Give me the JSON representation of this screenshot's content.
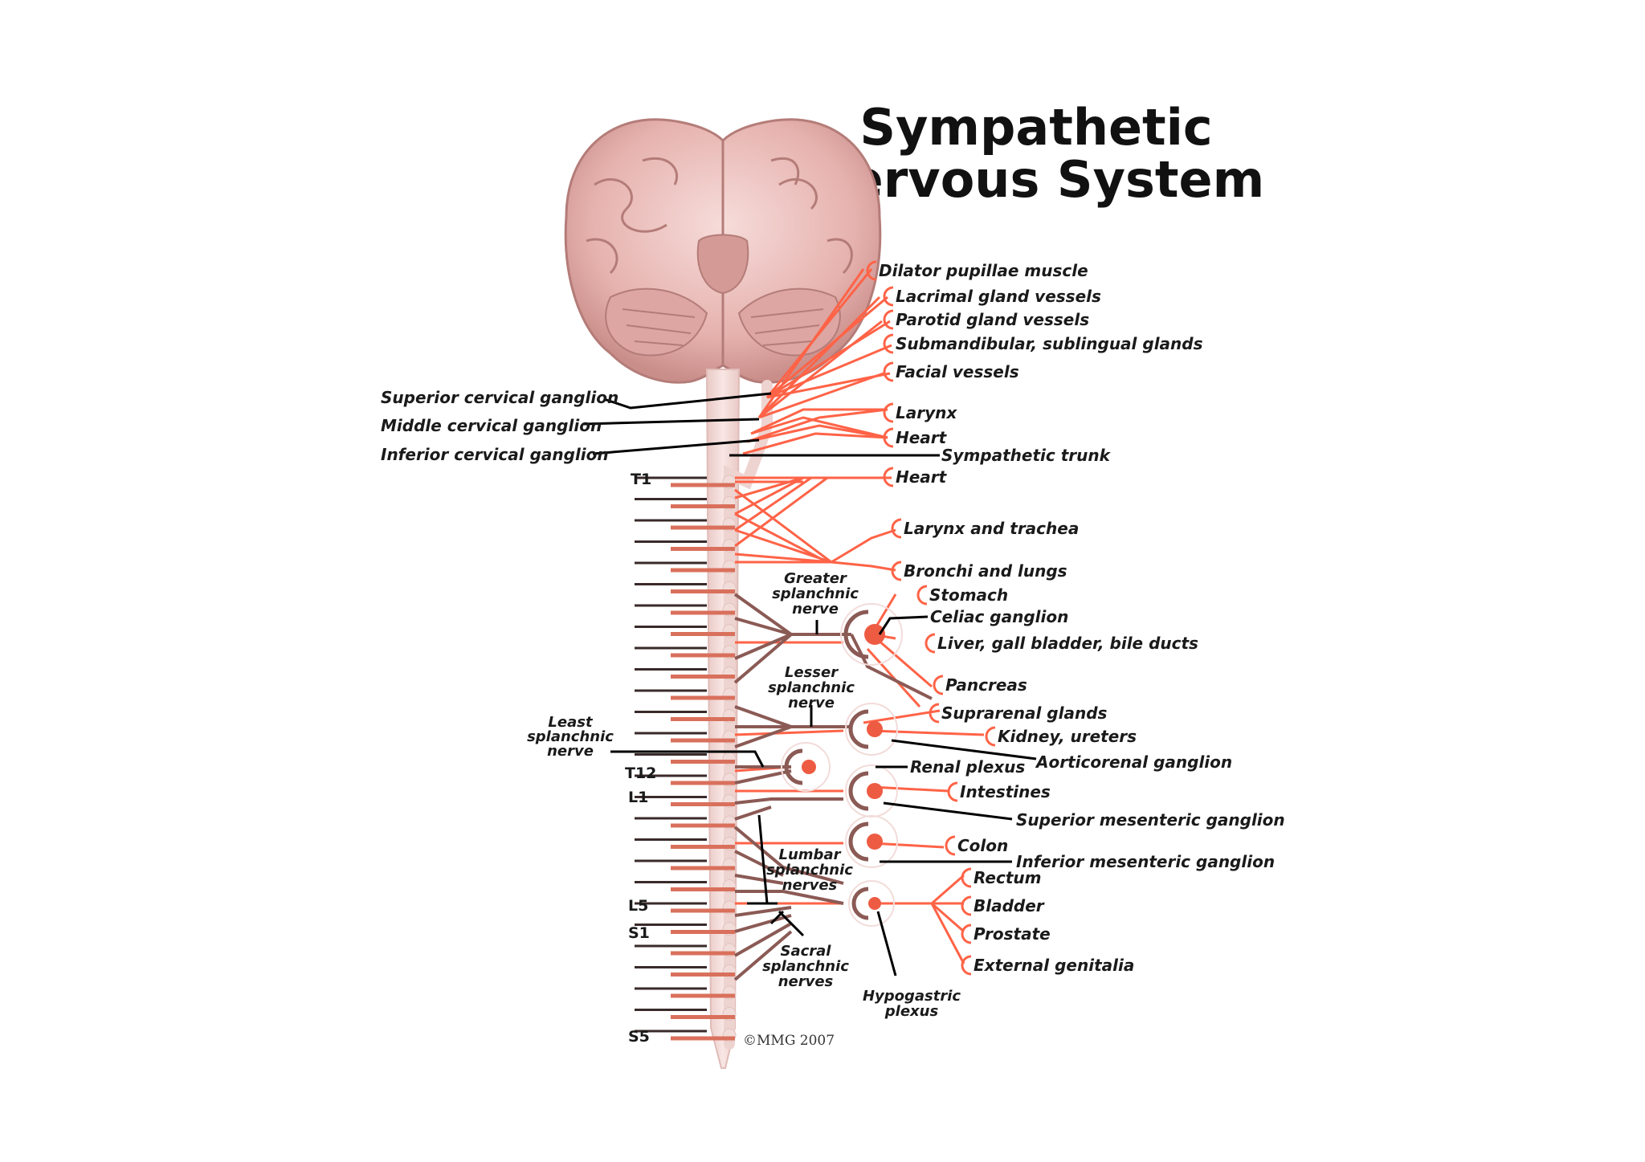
{
  "title": {
    "line1": "Sympathetic",
    "line2": "Nervous System"
  },
  "colors": {
    "nerve": "#ff6347",
    "brown_nerve": "#8b5a55",
    "cord": "#f2d6d3",
    "brain": "#e8b8b4",
    "leader": "#000000",
    "bar_dark": "#3a2a2a",
    "bar_red": "#d9705c"
  },
  "left_labels": {
    "superior_cervical": "Superior cervical ganglion",
    "middle_cervical": "Middle cervical ganglion",
    "inferior_cervical": "Inferior cervical ganglion",
    "least_splanchnic": [
      "Least",
      "splanchnic",
      "nerve"
    ]
  },
  "segments": {
    "t1": "T1",
    "t12": "T12",
    "l1": "L1",
    "l5": "L5",
    "s1": "S1",
    "s5": "S5"
  },
  "targets": {
    "dilator": "Dilator pupillae muscle",
    "lacrimal": "Lacrimal gland vessels",
    "parotid": "Parotid gland vessels",
    "submandibular": "Submandibular, sublingual glands",
    "facial": "Facial vessels",
    "larynx": "Larynx",
    "heart1": "Heart",
    "sympathetic_trunk": "Sympathetic trunk",
    "heart2": "Heart",
    "larynx_trachea": "Larynx and trachea",
    "bronchi": "Bronchi and lungs",
    "stomach": "Stomach",
    "celiac": "Celiac ganglion",
    "liver": "Liver, gall bladder, bile ducts",
    "pancreas": "Pancreas",
    "suprarenal": "Suprarenal glands",
    "kidney": "Kidney, ureters",
    "aorticorenal": "Aorticorenal ganglion",
    "renal_plexus": "Renal plexus",
    "intestines": "Intestines",
    "sup_mesenteric": "Superior mesenteric ganglion",
    "colon": "Colon",
    "inf_mesenteric": "Inferior mesenteric ganglion",
    "rectum": "Rectum",
    "bladder": "Bladder",
    "prostate": "Prostate",
    "genitalia": "External genitalia"
  },
  "nerve_labels": {
    "greater": [
      "Greater",
      "splanchnic",
      "nerve"
    ],
    "lesser": [
      "Lesser",
      "splanchnic",
      "nerve"
    ],
    "lumbar": [
      "Lumbar",
      "splanchnic",
      "nerves"
    ],
    "sacral": [
      "Sacral",
      "splanchnic",
      "nerves"
    ],
    "hypogastric": [
      "Hypogastric",
      "plexus"
    ]
  },
  "copyright": "©MMG 2007"
}
